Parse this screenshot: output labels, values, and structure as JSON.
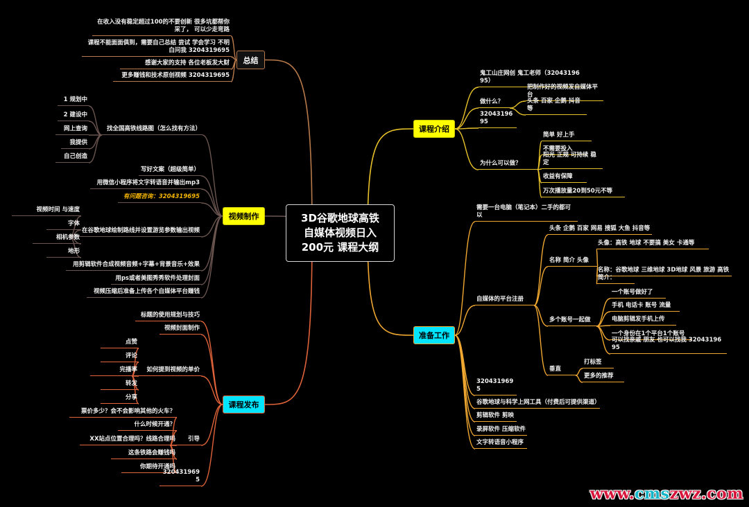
{
  "center": {
    "title_lines": [
      "3D谷歌地球高铁",
      "自媒体视频日入",
      "200元 课程大纲"
    ]
  },
  "topics": {
    "summary": {
      "label": "总结",
      "children": [
        {
          "label": "在收入没有稳定超过100的不要创新 很多坑都帮你采了， 可以少走弯路"
        },
        {
          "label": "课程不能面面俱到，需要自己总结 尝试 学会学习 不明白问我 3204319695"
        },
        {
          "label": "感谢大家的支持 各位老板发大财"
        },
        {
          "label": "更多赚钱和技术原创视频 3204319695"
        }
      ]
    },
    "video": {
      "label": "视频制作",
      "children": [
        {
          "label": "找全国高铁线路图（怎么找有方法）",
          "children": [
            {
              "label": "1 规划中"
            },
            {
              "label": "2 建设中"
            },
            {
              "label": "网上查询"
            },
            {
              "label": "我提供"
            },
            {
              "label": "自己创造"
            }
          ]
        },
        {
          "label": "写好文案（超级简单）"
        },
        {
          "label": "用微信小程序将文字转语音并输出mp3"
        },
        {
          "label": "有问题咨询：3204319695"
        },
        {
          "label": "在谷歌地球绘制路线并设置游览参数输出视频",
          "children": [
            {
              "label": "视频时间 与速度"
            },
            {
              "label": "字体"
            },
            {
              "label": "相机参数"
            },
            {
              "label": "地形"
            }
          ]
        },
        {
          "label": "用剪辑软件合成视频音频+字幕+背景音乐+效果"
        },
        {
          "label": "用ps或者美图秀秀软件处理封面"
        },
        {
          "label": "视频压缩后准备上传各个自媒体平台赚钱"
        }
      ]
    },
    "publish": {
      "label": "课程发布",
      "children": [
        {
          "label": "标题的使用规划与技巧"
        },
        {
          "label": "视频封面制作"
        },
        {
          "label": "如何提到视频的单价",
          "children": [
            {
              "label": "点赞"
            },
            {
              "label": "评论"
            },
            {
              "label": "完播率"
            },
            {
              "label": "转发"
            },
            {
              "label": "分享"
            }
          ]
        },
        {
          "label": "引导",
          "children": [
            {
              "label": "票价多少？会不会影响其他的火车？"
            },
            {
              "label": "什么时候开通？"
            },
            {
              "label": "XX站点位置合理吗？线路合理吗"
            },
            {
              "label": "这条铁路会赚钱吗"
            },
            {
              "label": "你期待开通吗"
            }
          ]
        },
        {
          "label": "3204319695"
        }
      ]
    },
    "intro": {
      "label": "课程介绍",
      "children": [
        {
          "label": "鬼工山庄网创 鬼工老师（3204319695）"
        },
        {
          "label": "做什么？",
          "children": [
            {
              "label": "把制作好的视频发自媒体平台"
            },
            {
              "label": "头条 百家 企鹅 抖音等"
            }
          ]
        },
        {
          "label": "3204319695"
        },
        {
          "label": "为什么可以做？",
          "children": [
            {
              "label": "简单 好上手"
            },
            {
              "label": "不需要投入"
            },
            {
              "label": "阳光 正规 可持续 稳定"
            },
            {
              "label": "收益有保障"
            },
            {
              "label": "万次播放量20到50元不等"
            }
          ]
        }
      ]
    },
    "prep": {
      "label": "准备工作",
      "children": [
        {
          "label": "需要一台电脑（笔记本）二手的都可以"
        },
        {
          "label": "自媒体的平台注册",
          "children": [
            {
              "label": "头条 企鹅 百家 网易 搜狐 大鱼 抖音等"
            },
            {
              "label": "名称 简介 头像",
              "children": [
                {
                  "label": "头像：高铁 地球 不要搞 美女 卡通等"
                },
                {
                  "label": "名称：谷歌地球 三维地球 3D地球 风景 旅游 高铁"
                },
                {
                  "label": "简介："
                }
              ]
            },
            {
              "label": "多个账号一起做",
              "children": [
                {
                  "label": "一个账号做好了"
                },
                {
                  "label": "手机 电话卡 账号 流量"
                },
                {
                  "label": "电脑剪辑发手机上传"
                },
                {
                  "label": "一个身份在1个平台1个账号"
                },
                {
                  "label": "可以找亲戚 朋友 也可以找我 3204319695"
                }
              ]
            },
            {
              "label": "垂直",
              "children": [
                {
                  "label": "打标签"
                },
                {
                  "label": "更多的推荐"
                }
              ]
            }
          ]
        },
        {
          "label": "3204319695"
        },
        {
          "label": "谷歌地球与科学上网工具（付费后可提供渠道）"
        },
        {
          "label": "剪辑软件 剪映"
        },
        {
          "label": "录屏软件 压缩软件"
        },
        {
          "label": "文字转语音小程序"
        }
      ]
    }
  },
  "colors": {
    "summary": "#b87a4a",
    "video": "#6b5550",
    "publish": "#e0633a",
    "intro": "#e8c22a",
    "prep": "#f0a830",
    "yellow_node": "#ffff00",
    "cyan_node": "#00e5ff",
    "highlight_text": "#f3b400"
  },
  "watermark": {
    "parts": [
      "www.",
      "cms",
      "zwz.com"
    ]
  }
}
